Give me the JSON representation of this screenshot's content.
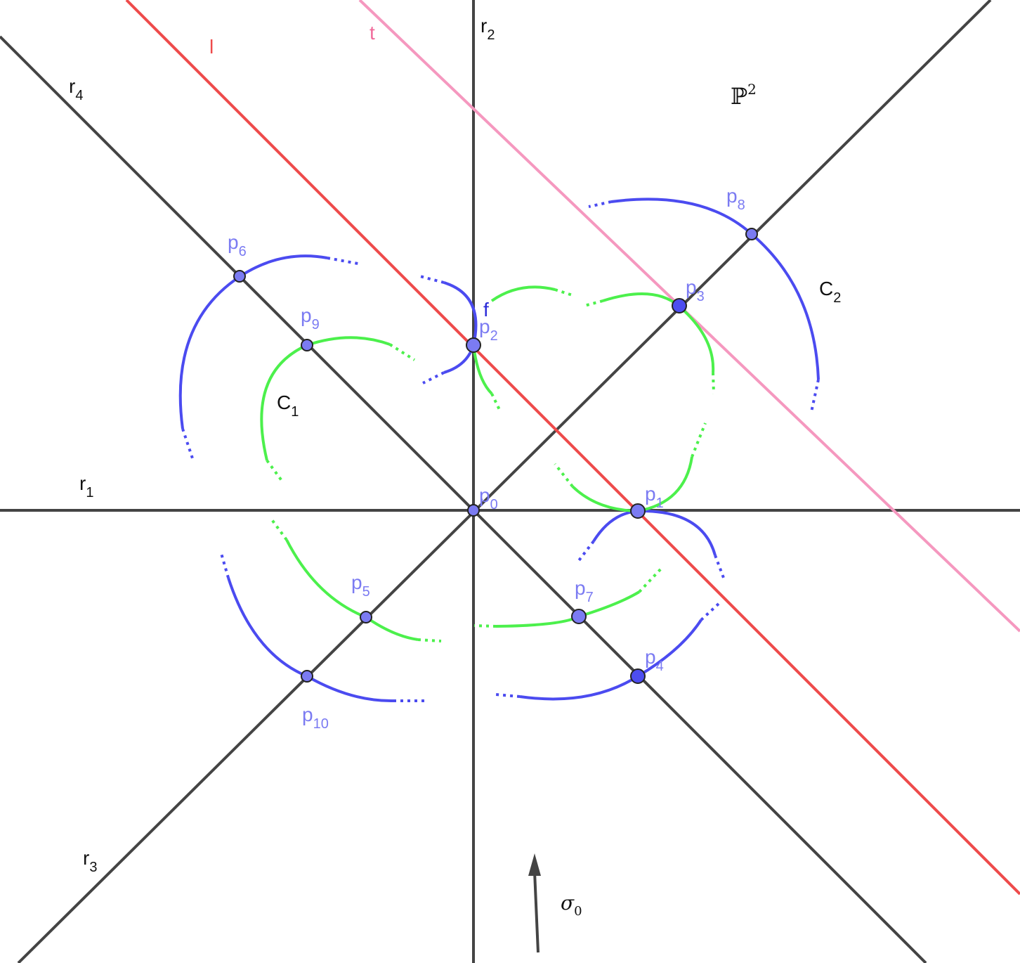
{
  "lines": {
    "r1": {
      "base": "r",
      "sub": "1"
    },
    "r2": {
      "base": "r",
      "sub": "2"
    },
    "r3": {
      "base": "r",
      "sub": "3"
    },
    "r4": {
      "base": "r",
      "sub": "4"
    },
    "l": {
      "label": "l",
      "color": "#ee4b4b"
    },
    "t": {
      "label": "t",
      "color": "#f598bf"
    }
  },
  "curves": {
    "C1": {
      "base": "C",
      "sub": "1",
      "color": "#4cf04c"
    },
    "C2": {
      "base": "C",
      "sub": "2",
      "color": "#4b4bf0"
    },
    "f": {
      "label": "f",
      "color": "#2a2ad8"
    }
  },
  "points": {
    "p0": {
      "base": "p",
      "sub": "0"
    },
    "p1": {
      "base": "p",
      "sub": "1"
    },
    "p2": {
      "base": "p",
      "sub": "2"
    },
    "p3": {
      "base": "p",
      "sub": "3"
    },
    "p4": {
      "base": "p",
      "sub": "4"
    },
    "p5": {
      "base": "p",
      "sub": "5"
    },
    "p6": {
      "base": "p",
      "sub": "6"
    },
    "p7": {
      "base": "p",
      "sub": "7"
    },
    "p8": {
      "base": "p",
      "sub": "8"
    },
    "p9": {
      "base": "p",
      "sub": "9"
    },
    "p10": {
      "base": "p",
      "sub": "10"
    }
  },
  "plane_label": {
    "base": "ℙ",
    "sup": "2"
  },
  "sigma_label": {
    "base": "σ",
    "sub": "0"
  }
}
